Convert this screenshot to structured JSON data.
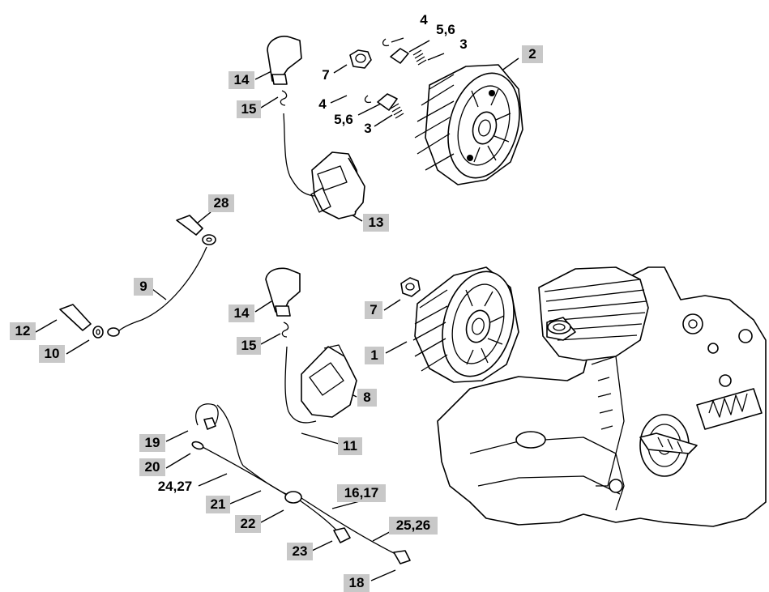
{
  "callouts": {
    "c4a": "4",
    "c56a": "5,6",
    "c3a": "3",
    "c2": "2",
    "c7a": "7",
    "c14a": "14",
    "c15a": "15",
    "c4b": "4",
    "c56b": "5,6",
    "c3b": "3",
    "c13": "13",
    "c28": "28",
    "c9": "9",
    "c12": "12",
    "c10": "10",
    "c14b": "14",
    "c15b": "15",
    "c7b": "7",
    "c1": "1",
    "c8": "8",
    "c11": "11",
    "c19": "19",
    "c20": "20",
    "c2427": "24,27",
    "c21": "21",
    "c1617": "16,17",
    "c22": "22",
    "c2526": "25,26",
    "c23": "23",
    "c18": "18"
  }
}
